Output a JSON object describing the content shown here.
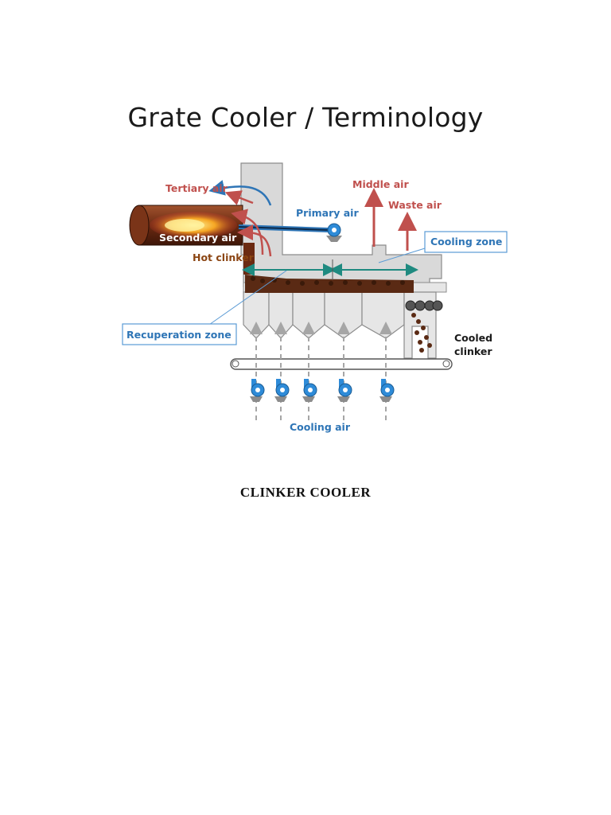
{
  "page": {
    "title": "Grate Cooler / Terminology",
    "caption": "CLINKER COOLER"
  },
  "diagram": {
    "labels": {
      "tertiary_air": "Tertiary air",
      "primary_air": "Primary air",
      "middle_air": "Middle air",
      "waste_air": "Waste air",
      "secondary_air": "Secondary air",
      "hot_clinker": "Hot clinker",
      "cooling_zone": "Cooling zone",
      "recuperation_zone": "Recuperation zone",
      "cooled_clinker_line1": "Cooled",
      "cooled_clinker_line2": "clinker",
      "cooling_air": "Cooling air"
    },
    "fan_count": 5,
    "colors": {
      "hot_air": "#c0504d",
      "blue_air": "#2e75b6",
      "fan": "#2e8bd8",
      "kiln": "#6b2a12",
      "flame": "#f5a623",
      "zone_arrow": "#1f8a80",
      "structure": "#d9d9d9",
      "clinker_text": "#8b4513"
    }
  }
}
